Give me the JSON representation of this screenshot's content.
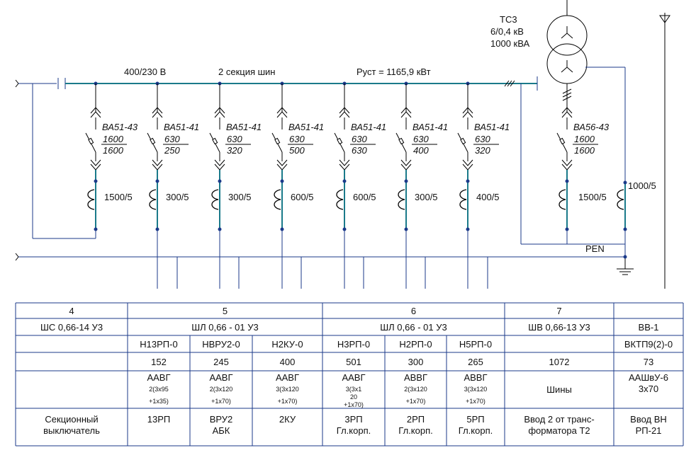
{
  "transformer": {
    "name": "ТС3",
    "voltage": "6/0,4 кВ",
    "power": "1000 кВА",
    "incoming_breaker": {
      "type": "ВА56-43",
      "in": "1600",
      "ir": "1600"
    },
    "ct": "1500/5",
    "neutral_ct": "1000/5"
  },
  "bus": {
    "voltage": "400/230 В",
    "section": "2 секция шин",
    "power": "Руст = 1165,9 кВт",
    "pen": "PEN"
  },
  "feeders": [
    {
      "breaker": "ВА51-43",
      "in": "1600",
      "ir": "1600",
      "ct": "1500/5"
    },
    {
      "breaker": "ВА51-41",
      "in": "630",
      "ir": "250",
      "ct": "300/5"
    },
    {
      "breaker": "ВА51-41",
      "in": "630",
      "ir": "320",
      "ct": "300/5"
    },
    {
      "breaker": "ВА51-41",
      "in": "630",
      "ir": "500",
      "ct": "600/5"
    },
    {
      "breaker": "ВА51-41",
      "in": "630",
      "ir": "630",
      "ct": "600/5"
    },
    {
      "breaker": "ВА51-41",
      "in": "630",
      "ir": "400",
      "ct": "300/5"
    },
    {
      "breaker": "ВА51-41",
      "in": "630",
      "ir": "320",
      "ct": "400/5"
    }
  ],
  "table": {
    "panel_numbers": [
      "4",
      "5",
      "6",
      "7",
      ""
    ],
    "panel_types": [
      "ШС 0,66-14 У3",
      "ШЛ 0,66 - 01 У3",
      "ШЛ 0,66 - 01 У3",
      "ШВ 0,66-13 У3",
      "ВВ-1"
    ],
    "cells": [
      {
        "code": "",
        "current": "",
        "cable": "",
        "cable_spec": [],
        "purpose": [
          "Секционный",
          "выключатель"
        ]
      },
      {
        "code": "Н13РП-0",
        "current": "152",
        "cable": "ААВГ",
        "cable_spec": [
          "2(3х95",
          "+1х35)"
        ],
        "purpose": [
          "13РП"
        ]
      },
      {
        "code": "НВРУ2-0",
        "current": "245",
        "cable": "ААВГ",
        "cable_spec": [
          "2(3х120",
          "+1х70)"
        ],
        "purpose": [
          "ВРУ2",
          "АБК"
        ]
      },
      {
        "code": "Н2КУ-0",
        "current": "400",
        "cable": "ААВГ",
        "cable_spec": [
          "3(3х120",
          "+1х70)"
        ],
        "purpose": [
          "2КУ"
        ]
      },
      {
        "code": "Н3РП-0",
        "current": "501",
        "cable": "ААВГ",
        "cable_spec": [
          "3(3х1",
          "20",
          "+1х70)"
        ],
        "purpose": [
          "3РП",
          "Гл.корп."
        ]
      },
      {
        "code": "Н2РП-0",
        "current": "300",
        "cable": "АВВГ",
        "cable_spec": [
          "2(3х120",
          "+1х70)"
        ],
        "purpose": [
          "2РП",
          "Гл.корп."
        ]
      },
      {
        "code": "Н5РП-0",
        "current": "265",
        "cable": "АВВГ",
        "cable_spec": [
          "3(3х120",
          "+1х70)"
        ],
        "purpose": [
          "5РП",
          "Гл.корп."
        ]
      },
      {
        "code": "",
        "current": "1072",
        "cable": "Шины",
        "cable_spec": [],
        "purpose": [
          "Ввод 2 от транс-",
          "форматора Т2"
        ]
      },
      {
        "code": "ВКТП9(2)-0",
        "current": "73",
        "cable": "ААШвУ-6",
        "cable_spec": [
          "3х70"
        ],
        "purpose": [
          "Ввод ВН",
          "РП-21"
        ]
      }
    ]
  }
}
